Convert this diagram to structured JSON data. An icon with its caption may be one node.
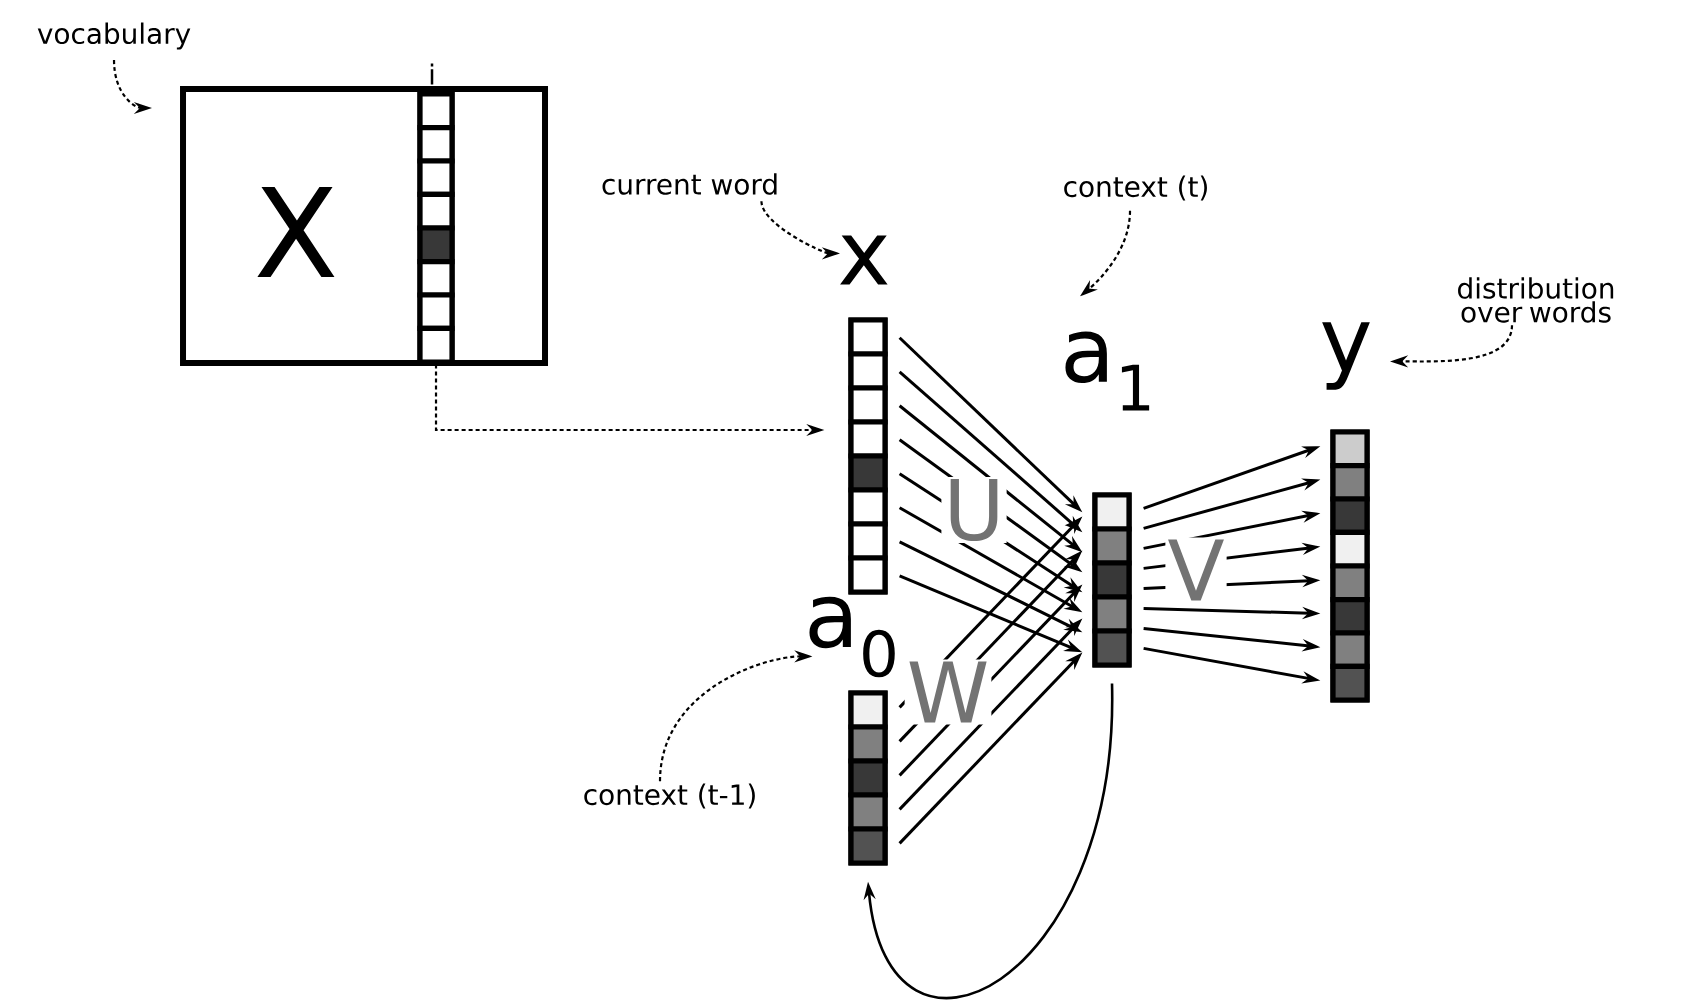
{
  "diagram": {
    "nodes": [
      {
        "text": [
          "vocabulary"
        ]
      },
      {
        "text": [
          "X"
        ]
      },
      {
        "text": [
          "i"
        ],
        "in": 1
      },
      {
        "text": [
          "current word"
        ]
      },
      {
        "text": [
          "x"
        ]
      },
      {
        "text": [
          "context (t)"
        ]
      },
      {
        "text": [
          "a$_{1}$"
        ]
      },
      {
        "text": [
          "distribution over words"
        ]
      },
      {
        "text": [
          "y"
        ]
      },
      {
        "text": [
          "a$_{0}$"
        ]
      },
      {
        "text": [
          "context (t-1)"
        ]
      }
    ],
    "edges": [
      {
        "from": 0,
        "to": 1,
        "arrow": "to",
        "style": "dashed"
      },
      {
        "from": 3,
        "to": 4,
        "arrow": "to",
        "style": "dashed"
      },
      {
        "from": 5,
        "to": 6,
        "arrow": "to",
        "style": "dashed"
      },
      {
        "from": 7,
        "to": 8,
        "arrow": "to",
        "style": "dashed"
      },
      {
        "from": 10,
        "to": 9,
        "arrow": "to",
        "style": "dashed"
      },
      {
        "from": 2,
        "to": 4,
        "arrow": "to",
        "style": "dashed"
      },
      {
        "from": 4,
        "to": 6,
        "arrow": "to",
        "label": "U"
      },
      {
        "from": 9,
        "to": 6,
        "arrow": "to",
        "label": "W"
      },
      {
        "from": 6,
        "to": 8,
        "arrow": "to",
        "label": "V"
      },
      {
        "from": 6,
        "to": 9,
        "arrow": "to"
      }
    ]
  }
}
